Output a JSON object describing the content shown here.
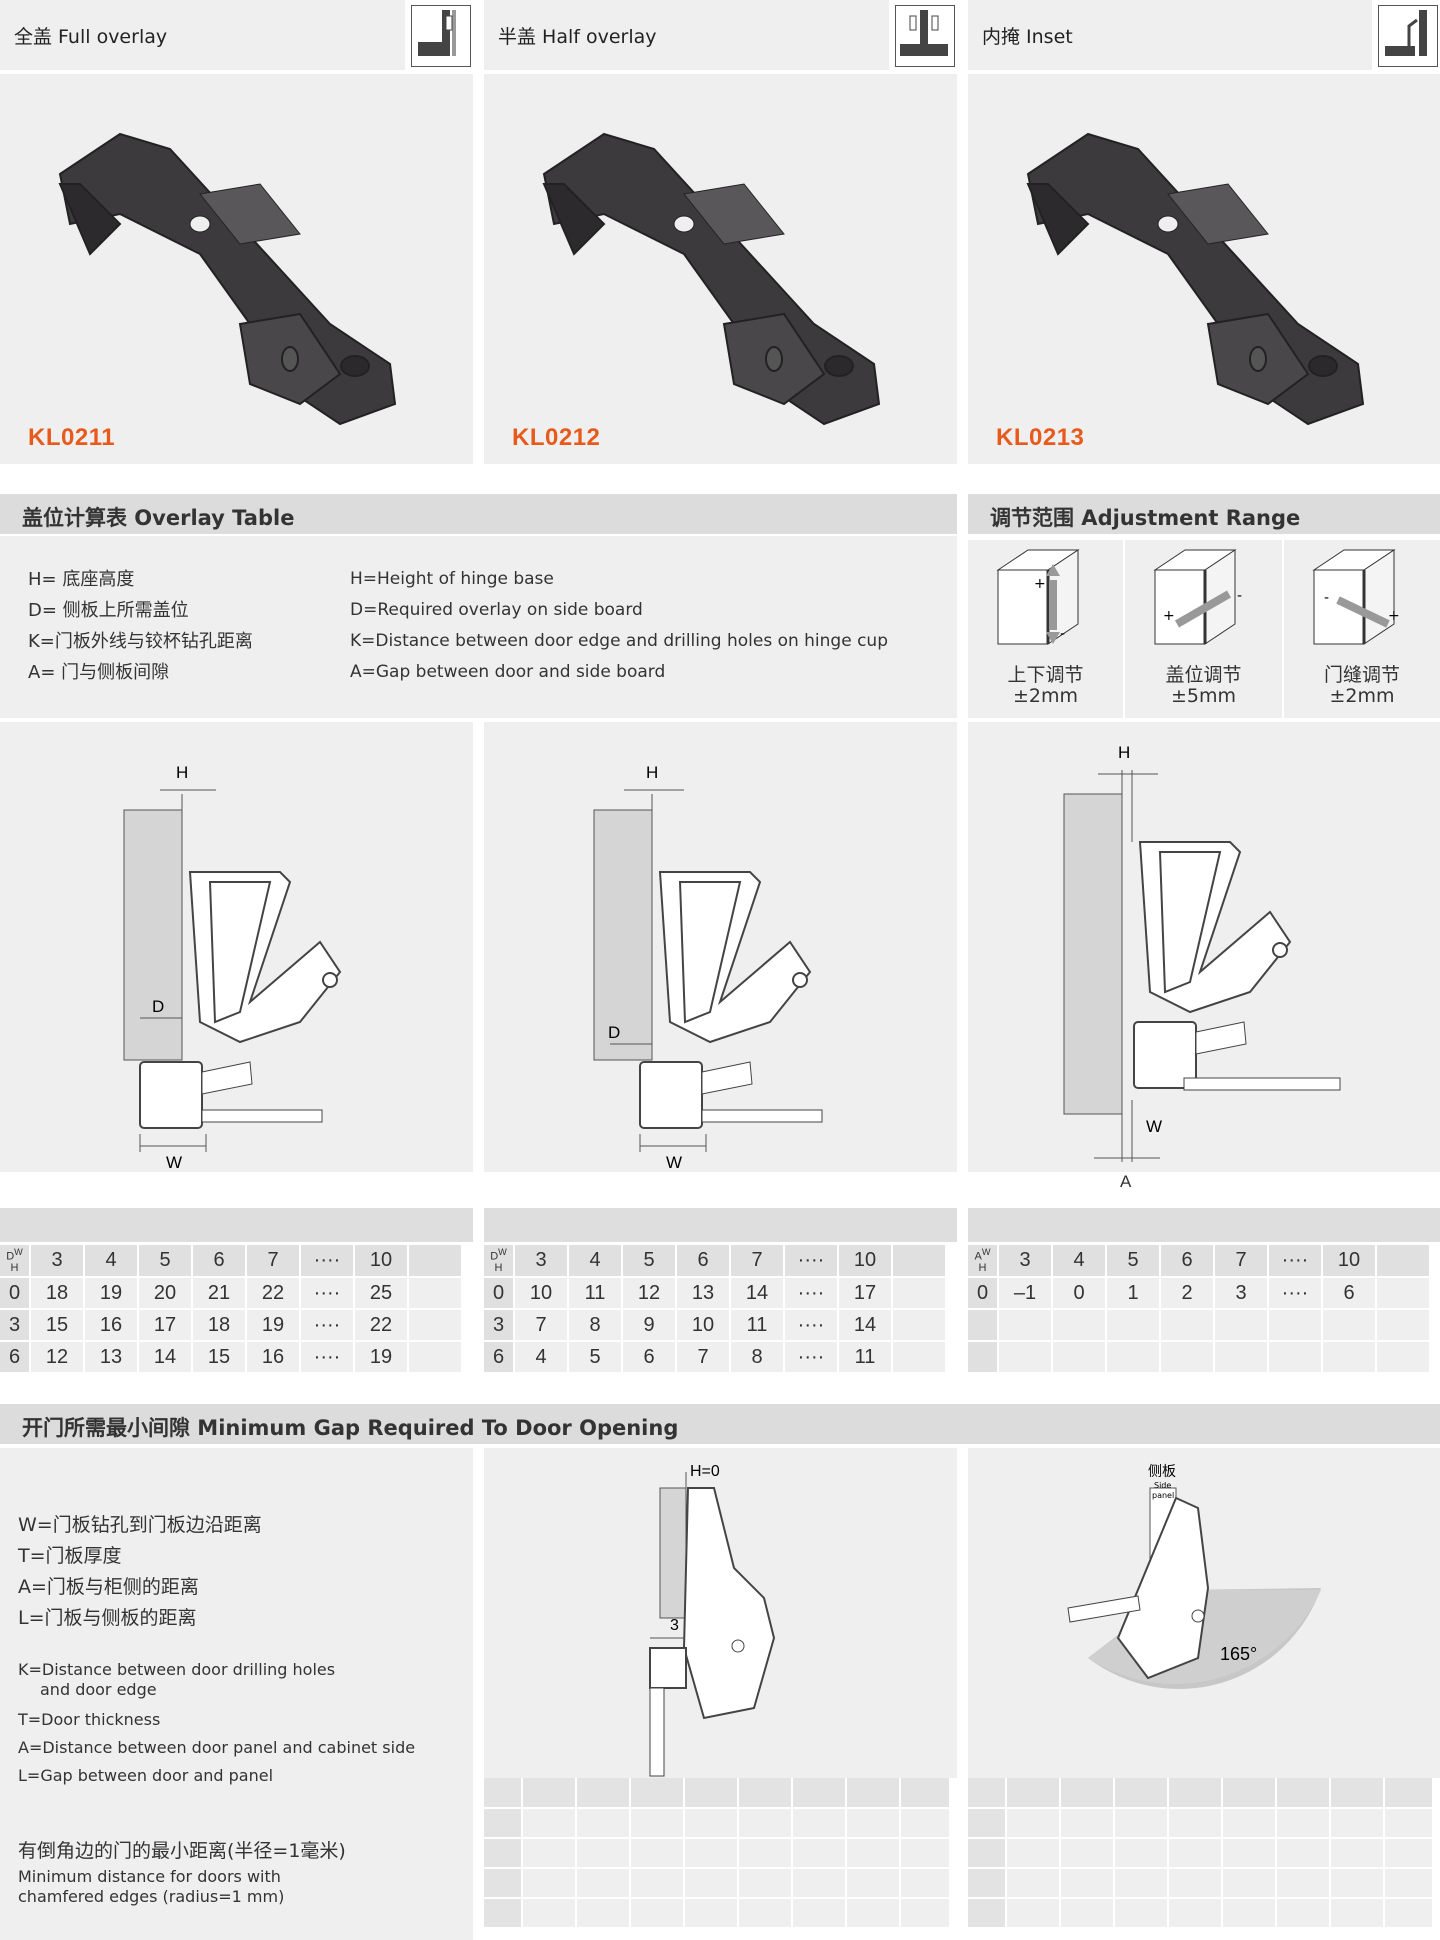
{
  "products": [
    {
      "title": "全盖 Full overlay",
      "code": "KL0211"
    },
    {
      "title": "半盖 Half overlay",
      "code": "KL0212"
    },
    {
      "title": "内掩 Inset",
      "code": "KL0213"
    }
  ],
  "overlay_table": {
    "title": "盖位计算表  Overlay Table",
    "defs_zh": [
      "H= 底座高度",
      "D= 侧板上所需盖位",
      "K=门板外线与铰杯钻孔距离",
      "A= 门与侧板间隙"
    ],
    "defs_en": [
      "H=Height of hinge base",
      "D=Required overlay on side board",
      "K=Distance between door edge and drilling holes on hinge cup",
      "A=Gap between door and side board"
    ]
  },
  "adjustment": {
    "title": "调节范围  Adjustment Range",
    "items": [
      {
        "zh": "上下调节",
        "val": "±2mm"
      },
      {
        "zh": "盖位调节",
        "val": "±5mm"
      },
      {
        "zh": "门缝调节",
        "val": "±2mm"
      }
    ]
  },
  "diagram_labels": {
    "h": "H",
    "d": "D",
    "w": "W",
    "a": "A"
  },
  "tables": [
    {
      "corner_top": "D",
      "corner_mid": "W",
      "corner_bot": "H",
      "cols": [
        "3",
        "4",
        "5",
        "6",
        "7",
        "····",
        "10"
      ],
      "rows": [
        {
          "k": "0",
          "v": [
            "18",
            "19",
            "20",
            "21",
            "22",
            "····",
            "25"
          ]
        },
        {
          "k": "3",
          "v": [
            "15",
            "16",
            "17",
            "18",
            "19",
            "····",
            "22"
          ]
        },
        {
          "k": "6",
          "v": [
            "12",
            "13",
            "14",
            "15",
            "16",
            "····",
            "19"
          ]
        }
      ]
    },
    {
      "corner_top": "D",
      "corner_mid": "W",
      "corner_bot": "H",
      "cols": [
        "3",
        "4",
        "5",
        "6",
        "7",
        "····",
        "10"
      ],
      "rows": [
        {
          "k": "0",
          "v": [
            "10",
            "11",
            "12",
            "13",
            "14",
            "····",
            "17"
          ]
        },
        {
          "k": "3",
          "v": [
            "7",
            "8",
            "9",
            "10",
            "11",
            "····",
            "14"
          ]
        },
        {
          "k": "6",
          "v": [
            "4",
            "5",
            "6",
            "7",
            "8",
            "····",
            "11"
          ]
        }
      ]
    },
    {
      "corner_top": "A",
      "corner_mid": "W",
      "corner_bot": "H",
      "cols": [
        "3",
        "4",
        "5",
        "6",
        "7",
        "····",
        "10"
      ],
      "rows": [
        {
          "k": "0",
          "v": [
            "–1",
            "0",
            "1",
            "2",
            "3",
            "····",
            "6"
          ]
        },
        {
          "k": "",
          "v": [
            "",
            "",
            "",
            "",
            "",
            "",
            ""
          ]
        },
        {
          "k": "",
          "v": [
            "",
            "",
            "",
            "",
            "",
            "",
            ""
          ]
        }
      ]
    }
  ],
  "min_gap": {
    "title": "开门所需最小间隙  Minimum Gap Required To Door Opening",
    "defs_zh": [
      "W=门板钻孔到门板边沿距离",
      "T=门板厚度",
      "A=门板与柜侧的距离",
      "L=门板与侧板的距离"
    ],
    "defs_en_1": "K=Distance between door drilling holes",
    "defs_en_1b": "and door edge",
    "defs_en": [
      "T=Door thickness",
      "A=Distance between door panel and cabinet side",
      "L=Gap between door  and panel"
    ],
    "chamfer_zh": "有倒角边的门的最小距离(半径=1毫米)",
    "chamfer_en_1": "Minimum distance for doors with",
    "chamfer_en_2": "chamfered edges (radius=1 mm)",
    "h0": "H=0",
    "three": "3",
    "side_zh": "侧板",
    "side_en_1": "Side",
    "side_en_2": "panel",
    "angle": "165°"
  }
}
